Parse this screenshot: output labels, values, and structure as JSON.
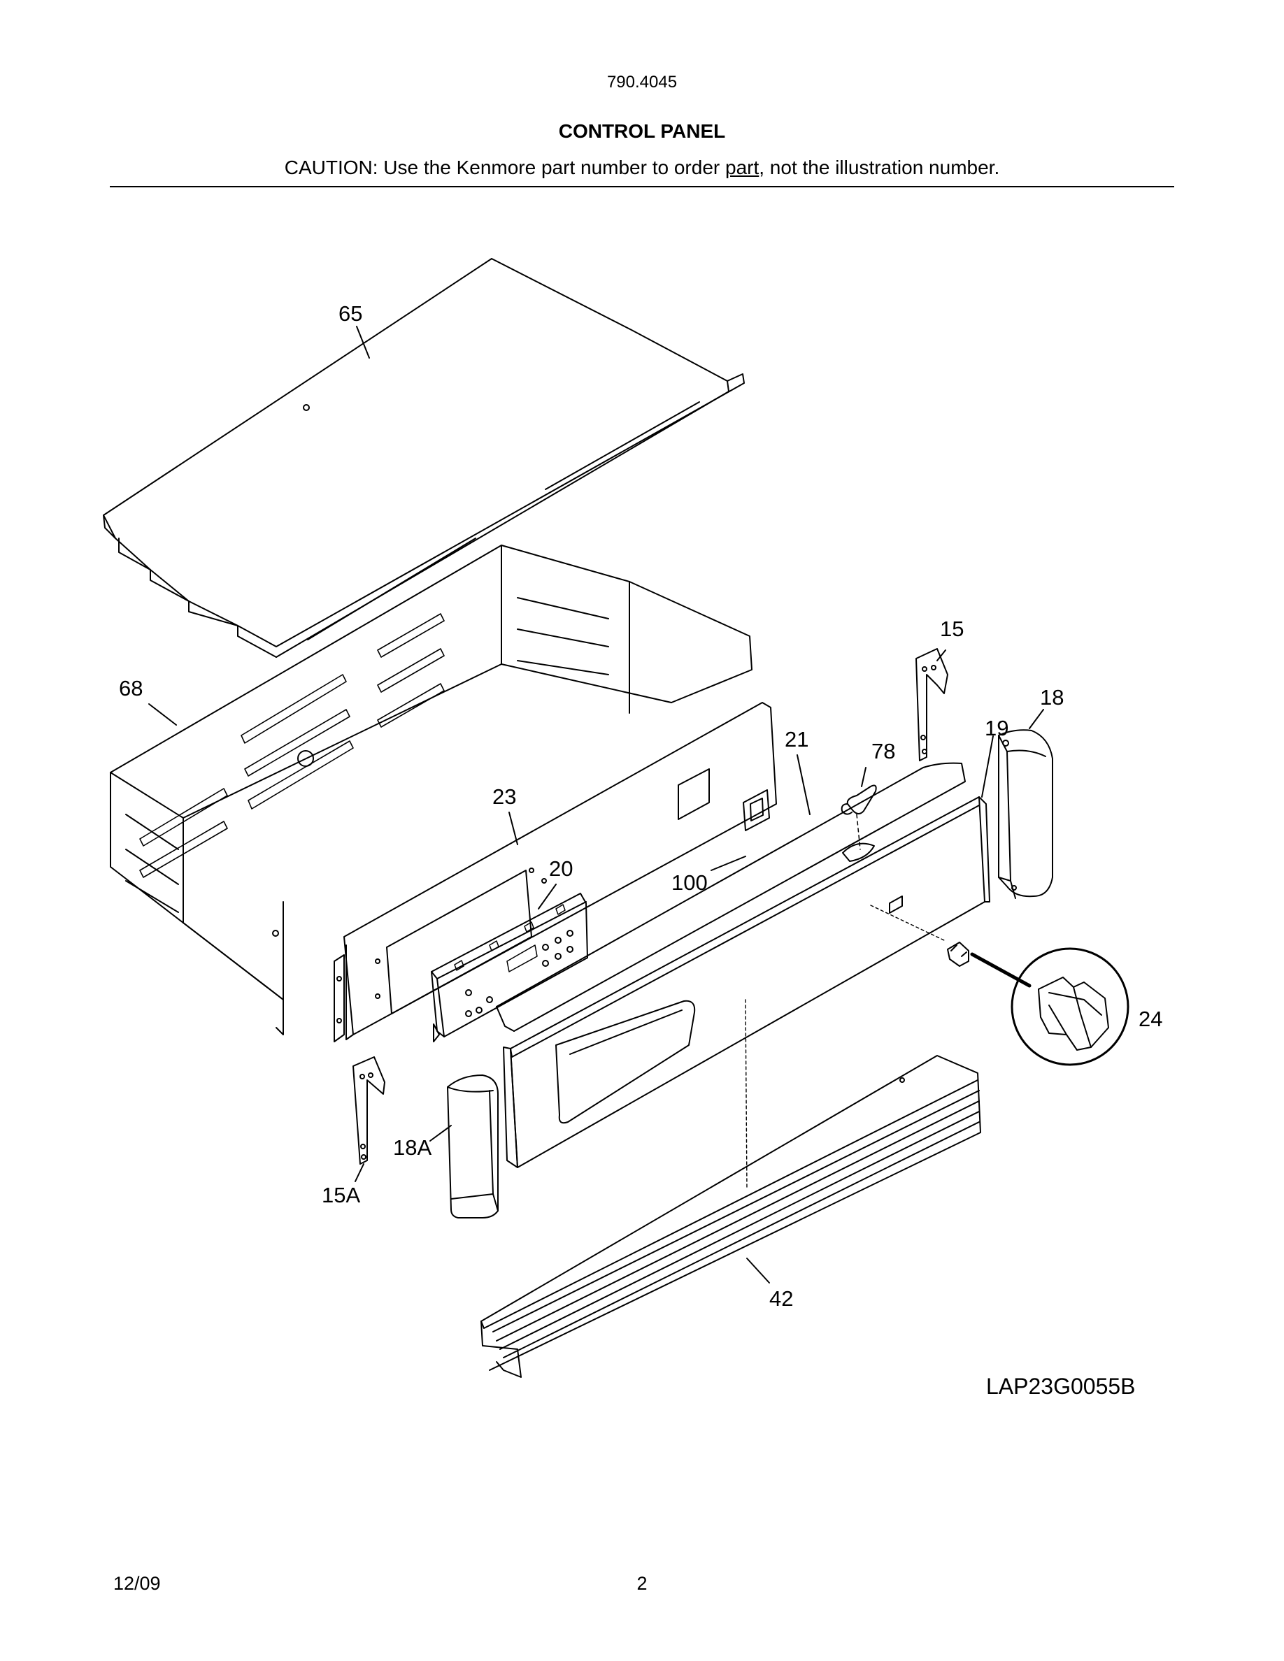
{
  "header": {
    "model": "790.4045",
    "title": "CONTROL PANEL",
    "caution_prefix": "CAUTION: Use the Kenmore part number to order ",
    "caution_link": "part",
    "caution_suffix": ", not the illustration number."
  },
  "callouts": {
    "c65": "65",
    "c68": "68",
    "c23": "23",
    "c20": "20",
    "c100": "100",
    "c21": "21",
    "c78": "78",
    "c15": "15",
    "c19": "19",
    "c18": "18",
    "c24": "24",
    "c15A": "15A",
    "c18A": "18A",
    "c42": "42"
  },
  "drawing_id": "LAP23G0055B",
  "footer": {
    "date": "12/09",
    "page": "2"
  }
}
